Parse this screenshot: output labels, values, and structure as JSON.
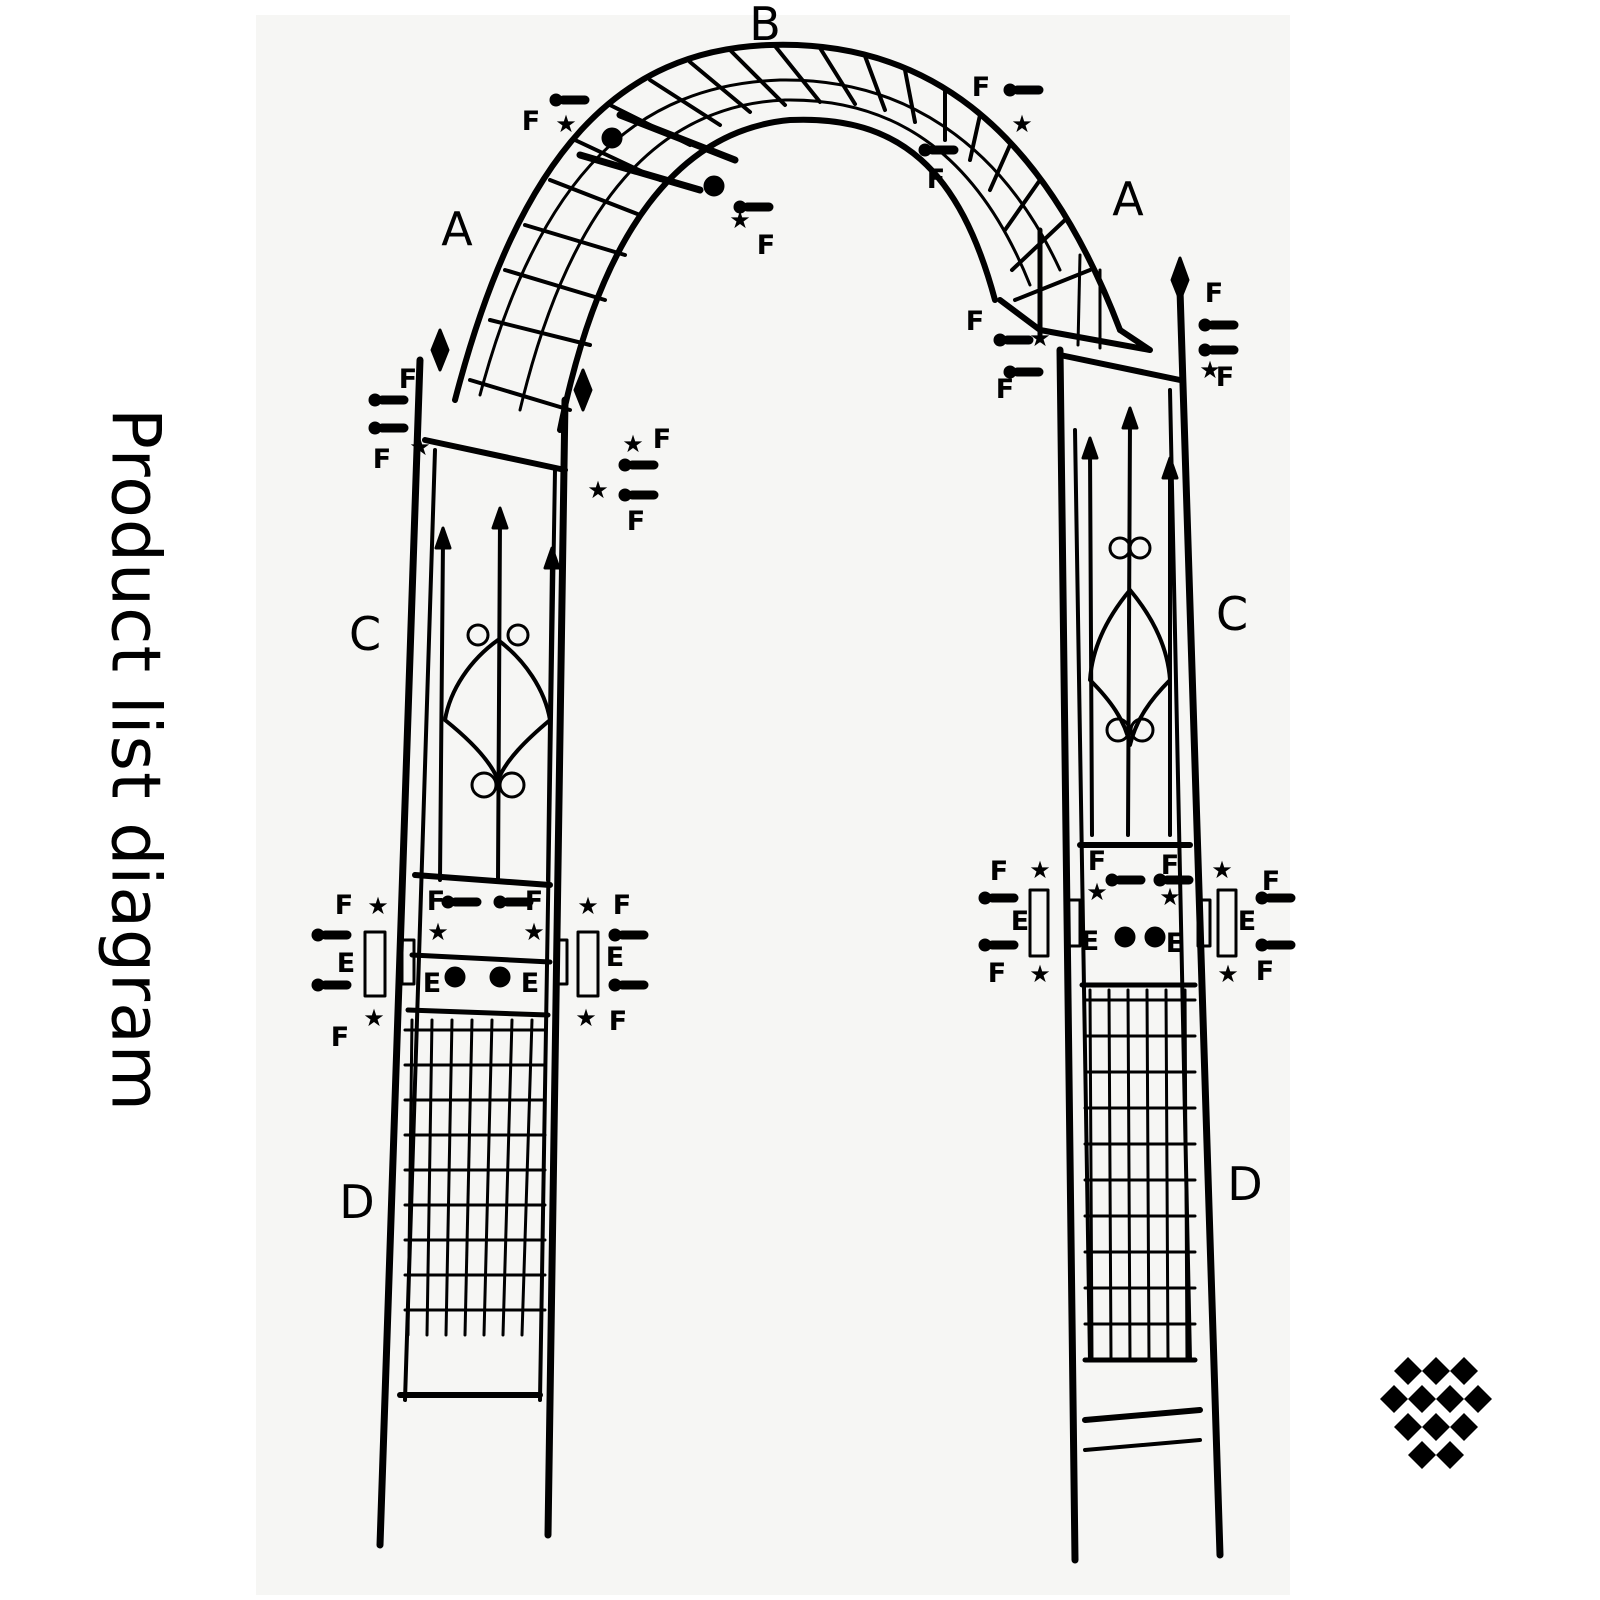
{
  "title": "Product list diagram",
  "diagram": {
    "part_labels": {
      "top": "B",
      "arch_left": "A",
      "arch_right": "A",
      "upper_left": "C",
      "upper_right": "C",
      "lower_left": "D",
      "lower_right": "D"
    },
    "connector_label": "E",
    "fastener_label": "F",
    "star_glyph": "★"
  },
  "colors": {
    "ink": "#000000",
    "paper": "#f6f6f4"
  }
}
